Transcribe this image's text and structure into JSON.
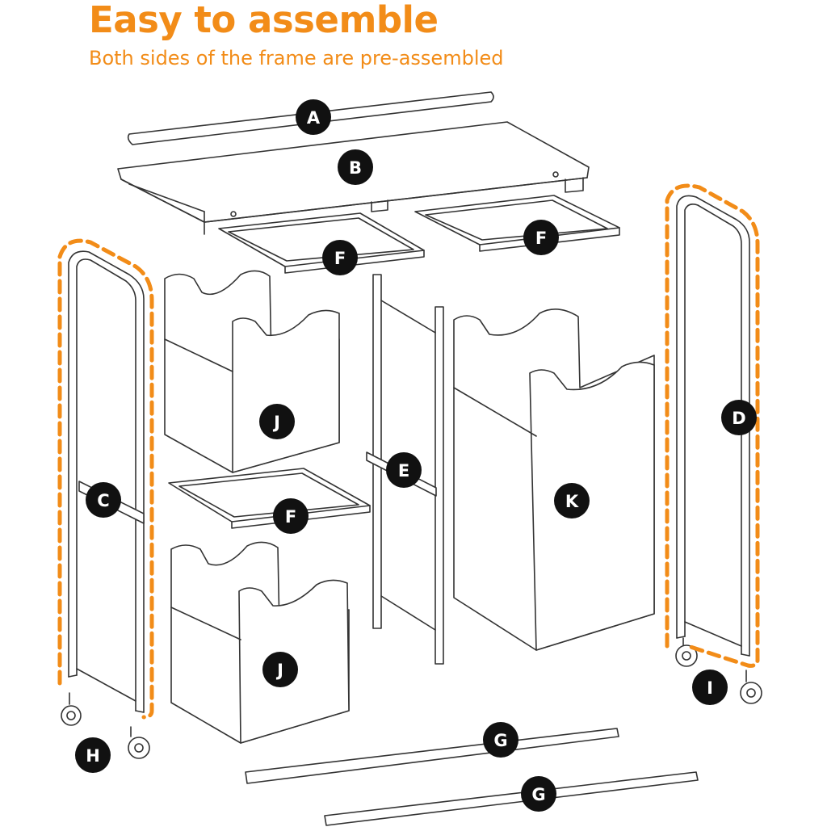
{
  "header": {
    "title": "Easy to assemble",
    "subtitle": "Both sides of the frame are pre-assembled"
  },
  "accent_color": "#f28c18",
  "text_color": "#111111",
  "parts": {
    "A": "A",
    "B": "B",
    "C": "C",
    "D": "D",
    "E": "E",
    "F": "F",
    "G": "G",
    "H": "H",
    "I": "I",
    "J": "J",
    "K": "K"
  }
}
